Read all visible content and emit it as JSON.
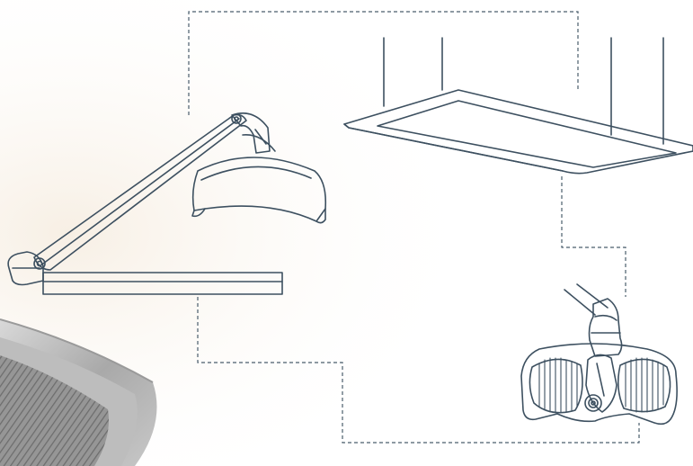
{
  "illustration": {
    "background_color": "#ffffff",
    "line_color": "#3d5060",
    "connector_color": "#4a5d6c",
    "connector_style": "dashed",
    "items": [
      {
        "name": "articulated-arm-light",
        "icon": "wall-arm-light-icon"
      },
      {
        "name": "ceiling-panel-light",
        "icon": "ceiling-panel-icon"
      },
      {
        "name": "dual-reflector-light",
        "icon": "dual-reflector-light-icon"
      },
      {
        "name": "partial-lamp-head",
        "icon": "lamp-head-photo-icon"
      }
    ]
  }
}
